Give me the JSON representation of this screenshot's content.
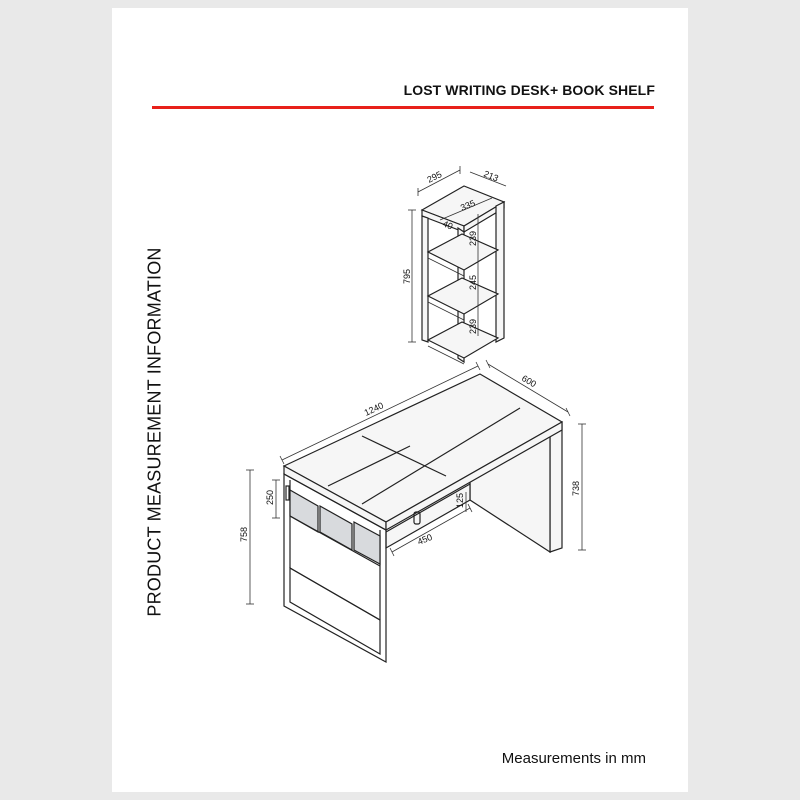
{
  "header": {
    "title": "LOST WRITING DESK+ BOOK SHELF"
  },
  "side_heading": "PRODUCT MEASUREMENT INFORMATION",
  "footer": {
    "note": "Measurements in mm"
  },
  "colors": {
    "accent_rule": "#e8201a",
    "line": "#222222",
    "door_fill": "#d8dadd"
  },
  "shelf_dims": {
    "width_top": "295",
    "depth_top": "213",
    "inner_width": "335",
    "board": "40",
    "height": "795",
    "gap_top": "239",
    "gap_mid": "245",
    "gap_bottom": "239"
  },
  "desk_dims": {
    "width": "1240",
    "depth": "600",
    "height_right": "738",
    "height_left": "758",
    "panel_height": "250",
    "drawer_height": "125",
    "drawer_width": "450"
  }
}
